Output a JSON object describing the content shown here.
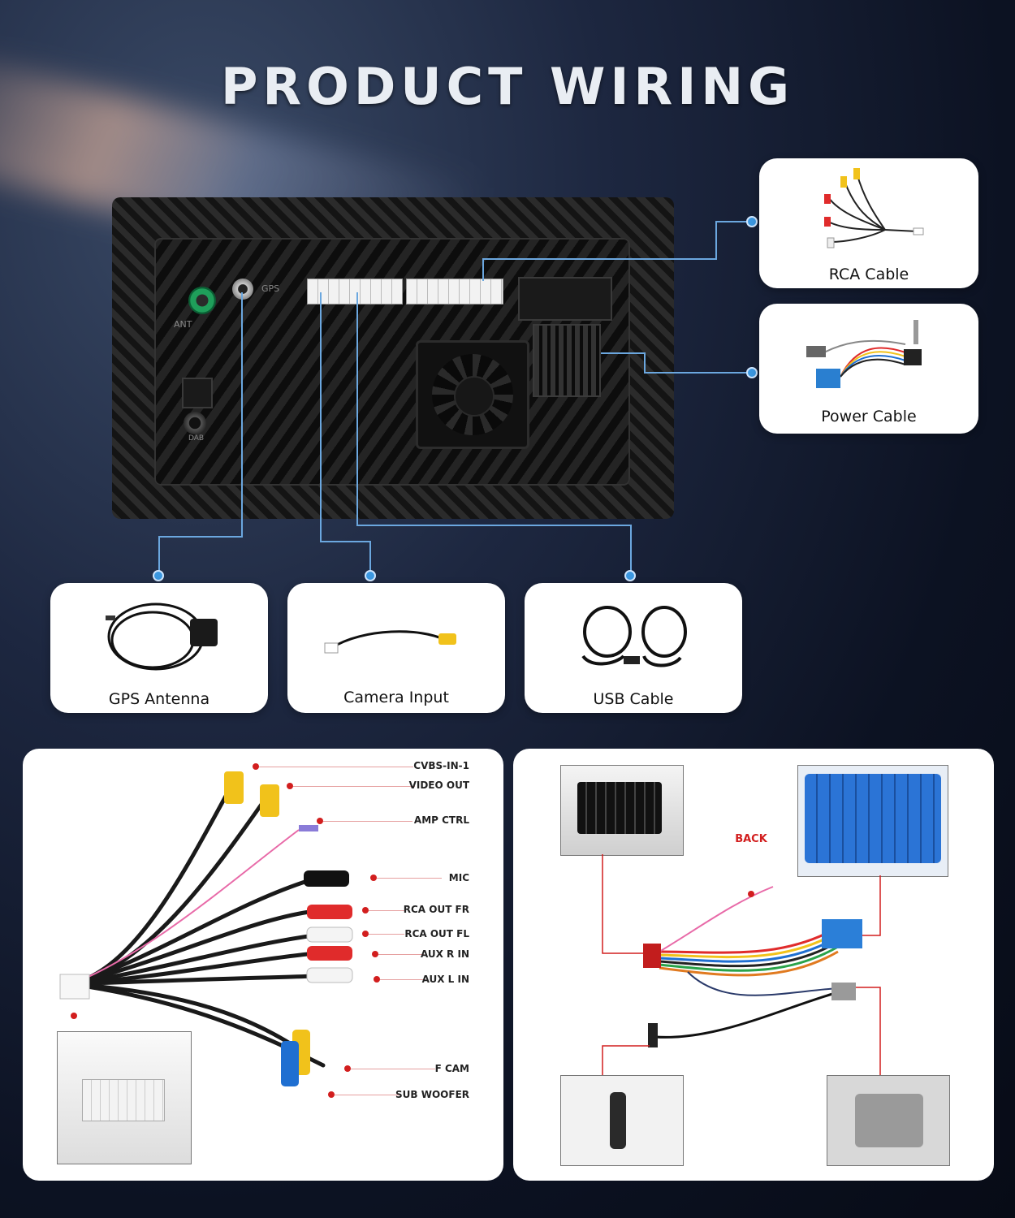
{
  "page": {
    "title": "PRODUCT WIRING"
  },
  "unit": {
    "port_gps": "GPS",
    "port_ant": "ANT",
    "port_dab": "DAB"
  },
  "cards": {
    "rca": "RCA Cable",
    "power": "Power Cable",
    "gps": "GPS Antenna",
    "camera": "Camera Input",
    "usb": "USB Cable"
  },
  "rca_panel": {
    "labels": [
      "CVBS-IN-1",
      "VIDEO OUT",
      "AMP CTRL",
      "MIC",
      "RCA OUT FR",
      "RCA OUT FL",
      "AUX R IN",
      "AUX L IN",
      "F CAM",
      "SUB WOOFER"
    ]
  },
  "power_panel": {
    "back_label": "BACK"
  },
  "colors": {
    "accent": "#3b97e0",
    "callout": "#d21e1e",
    "yellow": "#f1c21b",
    "red": "#e02b2b",
    "blue": "#1f6fd1"
  }
}
